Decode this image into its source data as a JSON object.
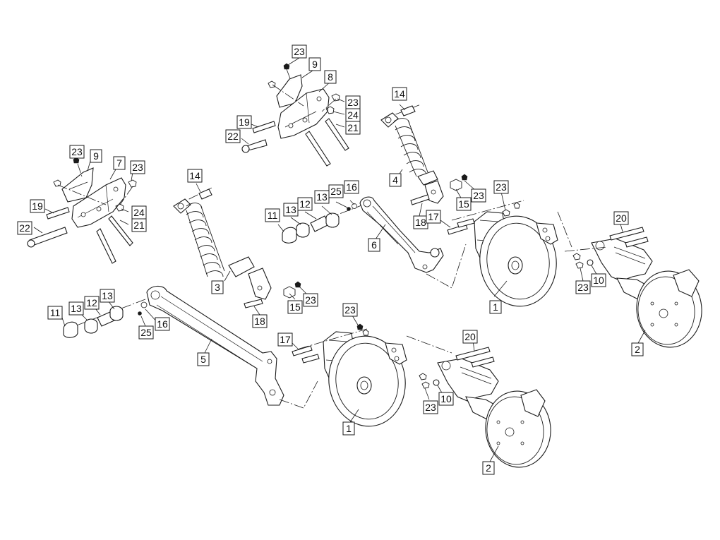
{
  "callouts": [
    {
      "id": "c-23-a",
      "label": "23"
    },
    {
      "id": "c-9-a",
      "label": "9"
    },
    {
      "id": "c-7",
      "label": "7"
    },
    {
      "id": "c-23-b",
      "label": "23"
    },
    {
      "id": "c-19-a",
      "label": "19"
    },
    {
      "id": "c-24-a",
      "label": "24"
    },
    {
      "id": "c-21-a",
      "label": "21"
    },
    {
      "id": "c-22-a",
      "label": "22"
    },
    {
      "id": "c-23-c",
      "label": "23"
    },
    {
      "id": "c-9-b",
      "label": "9"
    },
    {
      "id": "c-8",
      "label": "8"
    },
    {
      "id": "c-23-d",
      "label": "23"
    },
    {
      "id": "c-24-b",
      "label": "24"
    },
    {
      "id": "c-19-b",
      "label": "19"
    },
    {
      "id": "c-21-b",
      "label": "21"
    },
    {
      "id": "c-22-b",
      "label": "22"
    },
    {
      "id": "c-14-a",
      "label": "14"
    },
    {
      "id": "c-3",
      "label": "3"
    },
    {
      "id": "c-15-a",
      "label": "15"
    },
    {
      "id": "c-23-e",
      "label": "23"
    },
    {
      "id": "c-18-a",
      "label": "18"
    },
    {
      "id": "c-11-a",
      "label": "11"
    },
    {
      "id": "c-13-a",
      "label": "13"
    },
    {
      "id": "c-12-a",
      "label": "12"
    },
    {
      "id": "c-13-b",
      "label": "13"
    },
    {
      "id": "c-25-a",
      "label": "25"
    },
    {
      "id": "c-16-a",
      "label": "16"
    },
    {
      "id": "c-6",
      "label": "6"
    },
    {
      "id": "c-14-b",
      "label": "14"
    },
    {
      "id": "c-4",
      "label": "4"
    },
    {
      "id": "c-15-b",
      "label": "15"
    },
    {
      "id": "c-23-f",
      "label": "23"
    },
    {
      "id": "c-18-b",
      "label": "18"
    },
    {
      "id": "c-17-a",
      "label": "17"
    },
    {
      "id": "c-23-g",
      "label": "23"
    },
    {
      "id": "c-1-a",
      "label": "1"
    },
    {
      "id": "c-20-a",
      "label": "20"
    },
    {
      "id": "c-23-h",
      "label": "23"
    },
    {
      "id": "c-10-a",
      "label": "10"
    },
    {
      "id": "c-2-a",
      "label": "2"
    },
    {
      "id": "c-11-b",
      "label": "11"
    },
    {
      "id": "c-13-c",
      "label": "13"
    },
    {
      "id": "c-12-b",
      "label": "12"
    },
    {
      "id": "c-13-d",
      "label": "13"
    },
    {
      "id": "c-25-b",
      "label": "25"
    },
    {
      "id": "c-16-b",
      "label": "16"
    },
    {
      "id": "c-5",
      "label": "5"
    },
    {
      "id": "c-23-i",
      "label": "23"
    },
    {
      "id": "c-17-b",
      "label": "17"
    },
    {
      "id": "c-1-b",
      "label": "1"
    },
    {
      "id": "c-20-b",
      "label": "20"
    },
    {
      "id": "c-23-j",
      "label": "23"
    },
    {
      "id": "c-10-b",
      "label": "10"
    },
    {
      "id": "c-2-b",
      "label": "2"
    }
  ]
}
